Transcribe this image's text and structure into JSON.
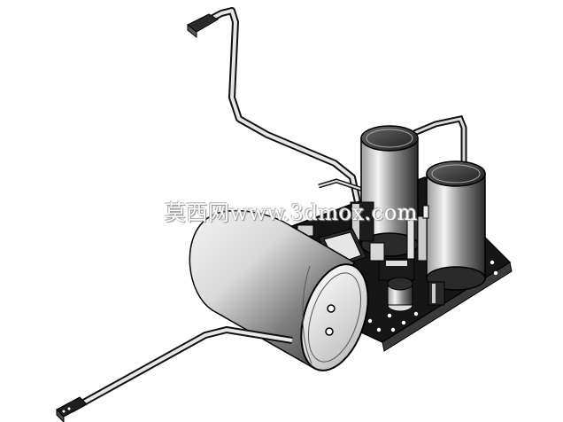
{
  "scene": {
    "subject": "3D CAD render of a circuit board assembly with capacitors and cables",
    "render_style": "grayscale shaded with black outlines",
    "background_color": "#ffffff",
    "part_color_light": "#e8e8e8",
    "part_color_dark": "#1a1a1a",
    "board_color": "#151515"
  },
  "watermark": {
    "text": "莫西网www.3dmox.com"
  }
}
